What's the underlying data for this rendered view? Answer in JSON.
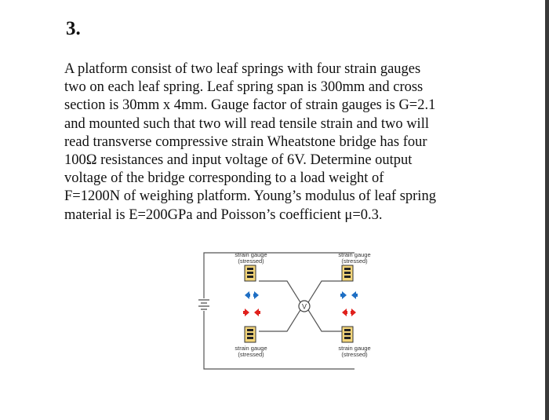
{
  "question": {
    "number": "3.",
    "lines": [
      "A platform consist of two leaf springs with four strain gauges",
      "two on each leaf spring. Leaf spring span is 300mm and cross",
      "section is 30mm x 4mm. Gauge factor of strain gauges is G=2.1",
      "and mounted such that two will read tensile strain and two will",
      "read transverse compressive strain Wheatstone bridge has four",
      "100Ω resistances and input voltage of 6V. Determine output",
      "voltage of the bridge corresponding to a load weight of",
      "F=1200N of weighing platform. Young’s modulus of leaf spring",
      "material is E=200GPa and Poisson’s coefficient μ=0.3."
    ]
  },
  "figure": {
    "gauges": [
      {
        "line1": "strain gauge",
        "line2": "(stressed)"
      },
      {
        "line1": "strain gauge",
        "line2": "(stressed)"
      },
      {
        "line1": "strain gauge",
        "line2": "(stressed)"
      },
      {
        "line1": "strain gauge",
        "line2": "(stressed)"
      }
    ],
    "voltmeter_label": "V",
    "colors": {
      "compression_arrow": "#1f6fc4",
      "tension_arrow": "#e0201c",
      "gauge_fill": "#f3d57a",
      "wire": "#555555"
    }
  }
}
